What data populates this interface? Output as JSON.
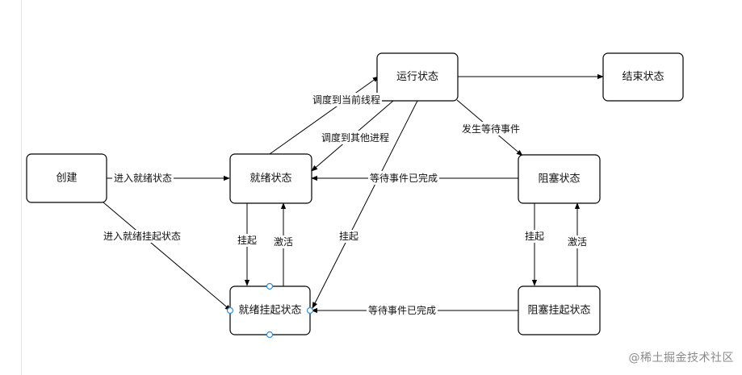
{
  "nodes": {
    "create": "创建",
    "ready": "就绪状态",
    "running": "运行状态",
    "end": "结束状态",
    "blocked": "阻塞状态",
    "ready_suspended": "就绪挂起状态",
    "blocked_suspended": "阻塞挂起状态"
  },
  "edges": {
    "create_to_ready": "进入就绪状态",
    "create_to_ready_suspended": "进入就绪挂起状态",
    "ready_to_running": "调度到当前线程",
    "running_to_ready": "调度到其他进程",
    "running_to_blocked": "发生等待事件",
    "blocked_to_ready": "等待事件已完成",
    "ready_to_ready_suspended": "挂起",
    "ready_suspended_to_ready": "激活",
    "running_to_ready_suspended": "挂起",
    "blocked_to_blocked_suspended": "挂起",
    "blocked_suspended_to_blocked": "激活",
    "blocked_suspended_to_ready_suspended": "等待事件已完成"
  },
  "watermark": "@稀土掘金技术社区",
  "colors": {
    "stroke": "#000000",
    "selection_handle": "#2f8fd8",
    "watermark": "#8a8a8a"
  }
}
